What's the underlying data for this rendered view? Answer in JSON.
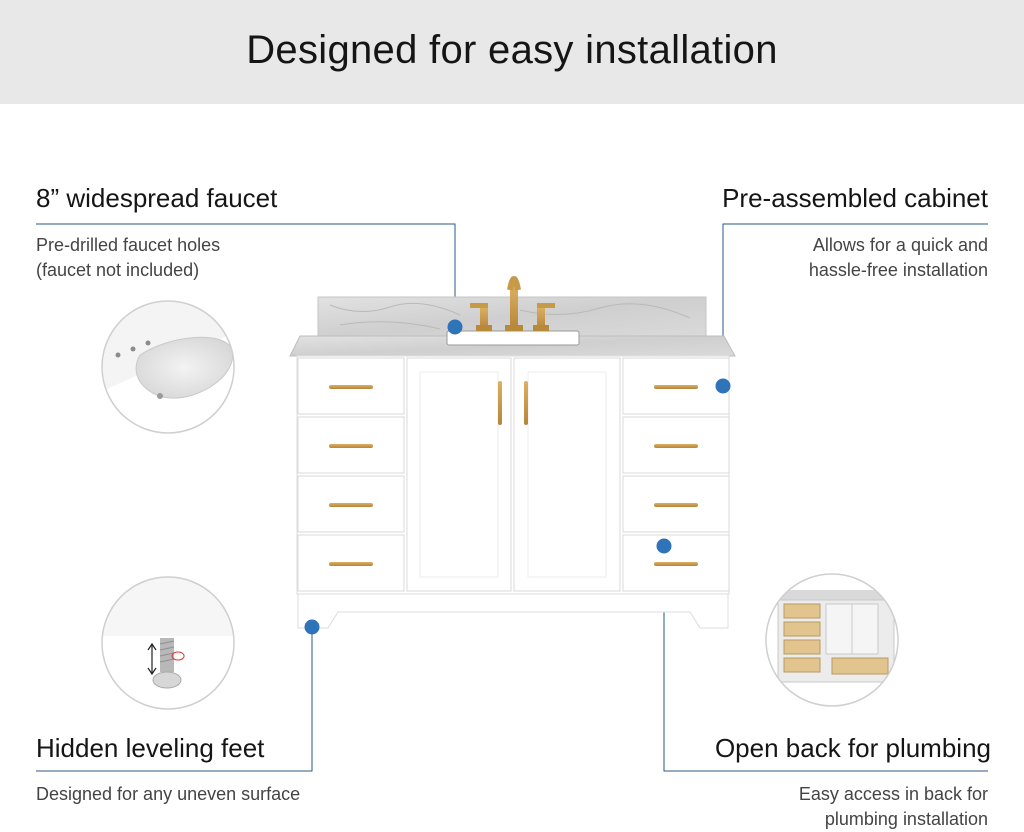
{
  "banner": {
    "title": "Designed for easy installation"
  },
  "features": {
    "faucet": {
      "heading": "8” widespread faucet",
      "desc_line1": "Pre-drilled faucet holes",
      "desc_line2": "(faucet not included)"
    },
    "cabinet": {
      "heading": "Pre-assembled cabinet",
      "desc_line1": "Allows for  a quick and",
      "desc_line2": "hassle-free installation"
    },
    "feet": {
      "heading": "Hidden leveling feet",
      "desc_line1": "Designed for any uneven surface"
    },
    "back": {
      "heading": "Open back for plumbing",
      "desc_line1": "Easy access in back for",
      "desc_line2": "plumbing installation"
    }
  },
  "colors": {
    "banner_bg": "#e8e8e8",
    "callout_line": "#2a5a86",
    "marker": "#2f73b8",
    "hardware": "#c79a47",
    "cabinet": "#ffffff",
    "countertop": "#d8d8d8"
  }
}
